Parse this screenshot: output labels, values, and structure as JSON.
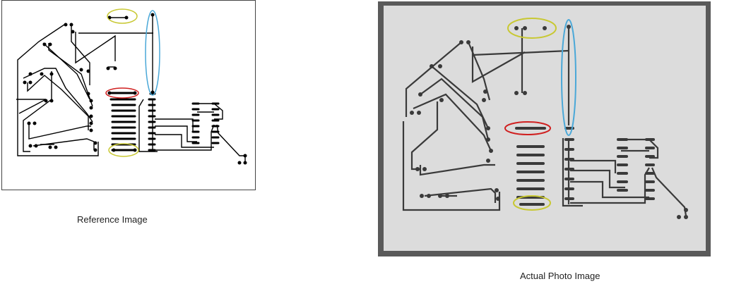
{
  "captions": {
    "reference": "Reference Image",
    "photo": "Actual Photo Image"
  },
  "colors": {
    "trace_reference": "#000000",
    "trace_photo": "#3a3a3a",
    "board_photo": "#dcdcdc",
    "highlight_yellow": "#c8c832",
    "highlight_blue": "#4aa8d8",
    "highlight_red": "#d02020"
  },
  "highlights": [
    {
      "color": "yellow",
      "meaning": "top jumper pad pair"
    },
    {
      "color": "blue",
      "meaning": "long vertical trace"
    },
    {
      "color": "red",
      "meaning": "horizontal pad pair"
    },
    {
      "color": "yellow",
      "meaning": "bottom pad pair"
    }
  ]
}
